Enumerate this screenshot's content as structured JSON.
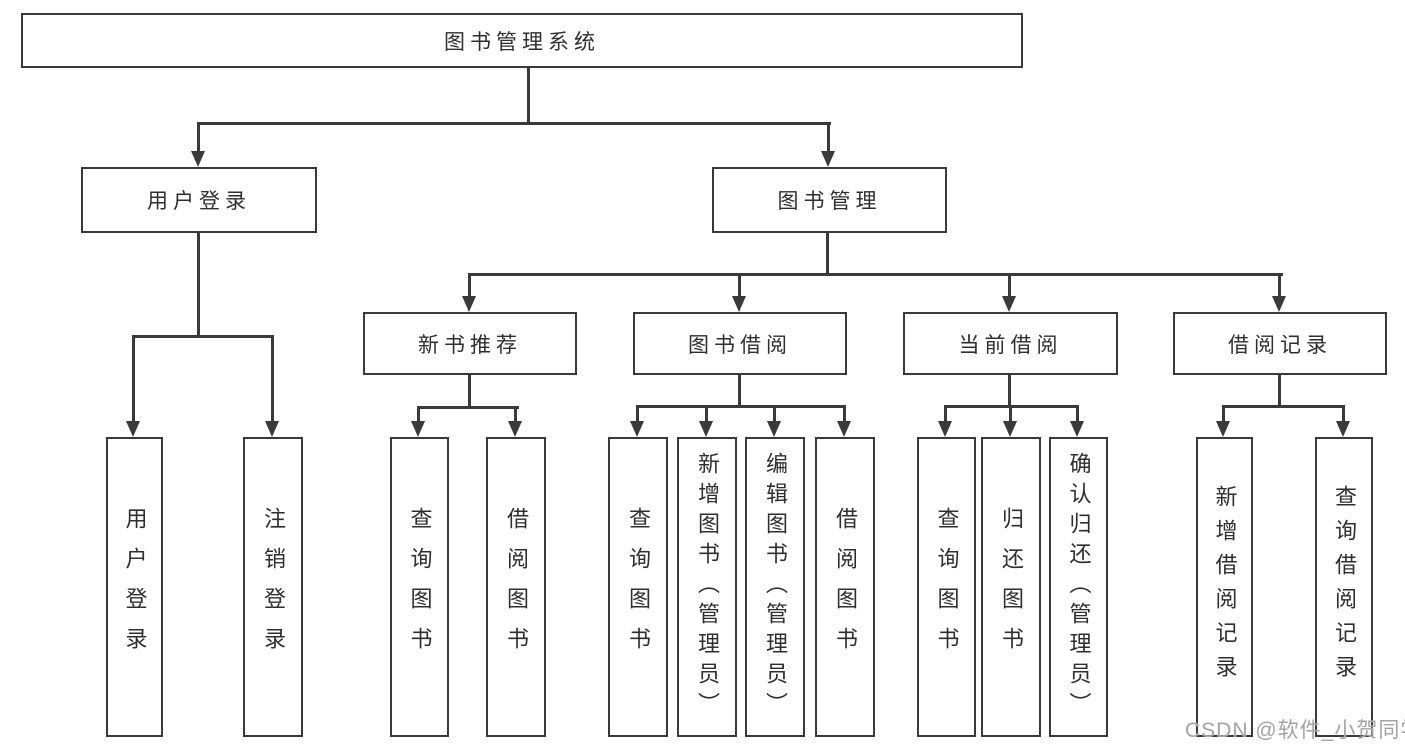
{
  "root": {
    "label": "图书管理系统"
  },
  "level2": {
    "user_login": "用户登录",
    "book_mgmt": "图书管理"
  },
  "level3": {
    "new_books": "新书推荐",
    "borrow": "图书借阅",
    "current": "当前借阅",
    "records": "借阅记录"
  },
  "leaves": {
    "user_login_leaf": "用户登录",
    "user_logout": "注销登录",
    "nb_query": "查询图书",
    "nb_borrow": "借阅图书",
    "bb_query": "查询图书",
    "bb_add": "新增图书（管理员）",
    "bb_edit": "编辑图书（管理员）",
    "bb_borrow": "借阅图书",
    "cb_query": "查询图书",
    "cb_return": "归还图书",
    "cb_confirm": "确认归还（管理员）",
    "br_add": "新增借阅记录",
    "br_query": "查询借阅记录"
  },
  "watermark": "CSDN @软件_小贺同学",
  "colors": {
    "line": "#3a3a3a",
    "border": "#3a3a3a",
    "text": "#2f2f2f",
    "watermark_gray": "#a3a3a3"
  }
}
